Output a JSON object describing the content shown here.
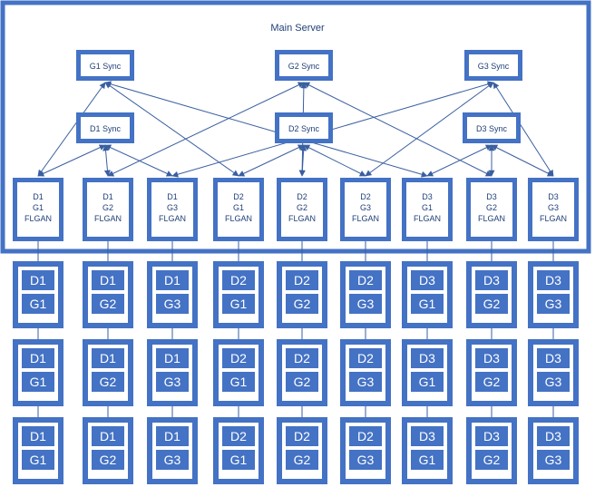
{
  "server": {
    "title": "Main Server"
  },
  "sync_nodes": {
    "g": [
      "G1 Sync",
      "G2 Sync",
      "G3 Sync"
    ],
    "d": [
      "D1 Sync",
      "D2 Sync",
      "D3 Sync"
    ]
  },
  "flgan_nodes": [
    {
      "d": "D1",
      "g": "G1",
      "label": "FLGAN"
    },
    {
      "d": "D1",
      "g": "G2",
      "label": "FLGAN"
    },
    {
      "d": "D1",
      "g": "G3",
      "label": "FLGAN"
    },
    {
      "d": "D2",
      "g": "G1",
      "label": "FLGAN"
    },
    {
      "d": "D2",
      "g": "G2",
      "label": "FLGAN"
    },
    {
      "d": "D2",
      "g": "G3",
      "label": "FLGAN"
    },
    {
      "d": "D3",
      "g": "G1",
      "label": "FLGAN"
    },
    {
      "d": "D3",
      "g": "G2",
      "label": "FLGAN"
    },
    {
      "d": "D3",
      "g": "G3",
      "label": "FLGAN"
    }
  ],
  "client_columns": [
    {
      "d": "D1",
      "g": "G1"
    },
    {
      "d": "D1",
      "g": "G2"
    },
    {
      "d": "D1",
      "g": "G3"
    },
    {
      "d": "D2",
      "g": "G1"
    },
    {
      "d": "D2",
      "g": "G2"
    },
    {
      "d": "D2",
      "g": "G3"
    },
    {
      "d": "D3",
      "g": "G1"
    },
    {
      "d": "D3",
      "g": "G2"
    },
    {
      "d": "D3",
      "g": "G3"
    }
  ],
  "client_rows": 3,
  "colors": {
    "box": "#4472c4",
    "line": "#3a5fa0",
    "text": "#1f3f77"
  }
}
